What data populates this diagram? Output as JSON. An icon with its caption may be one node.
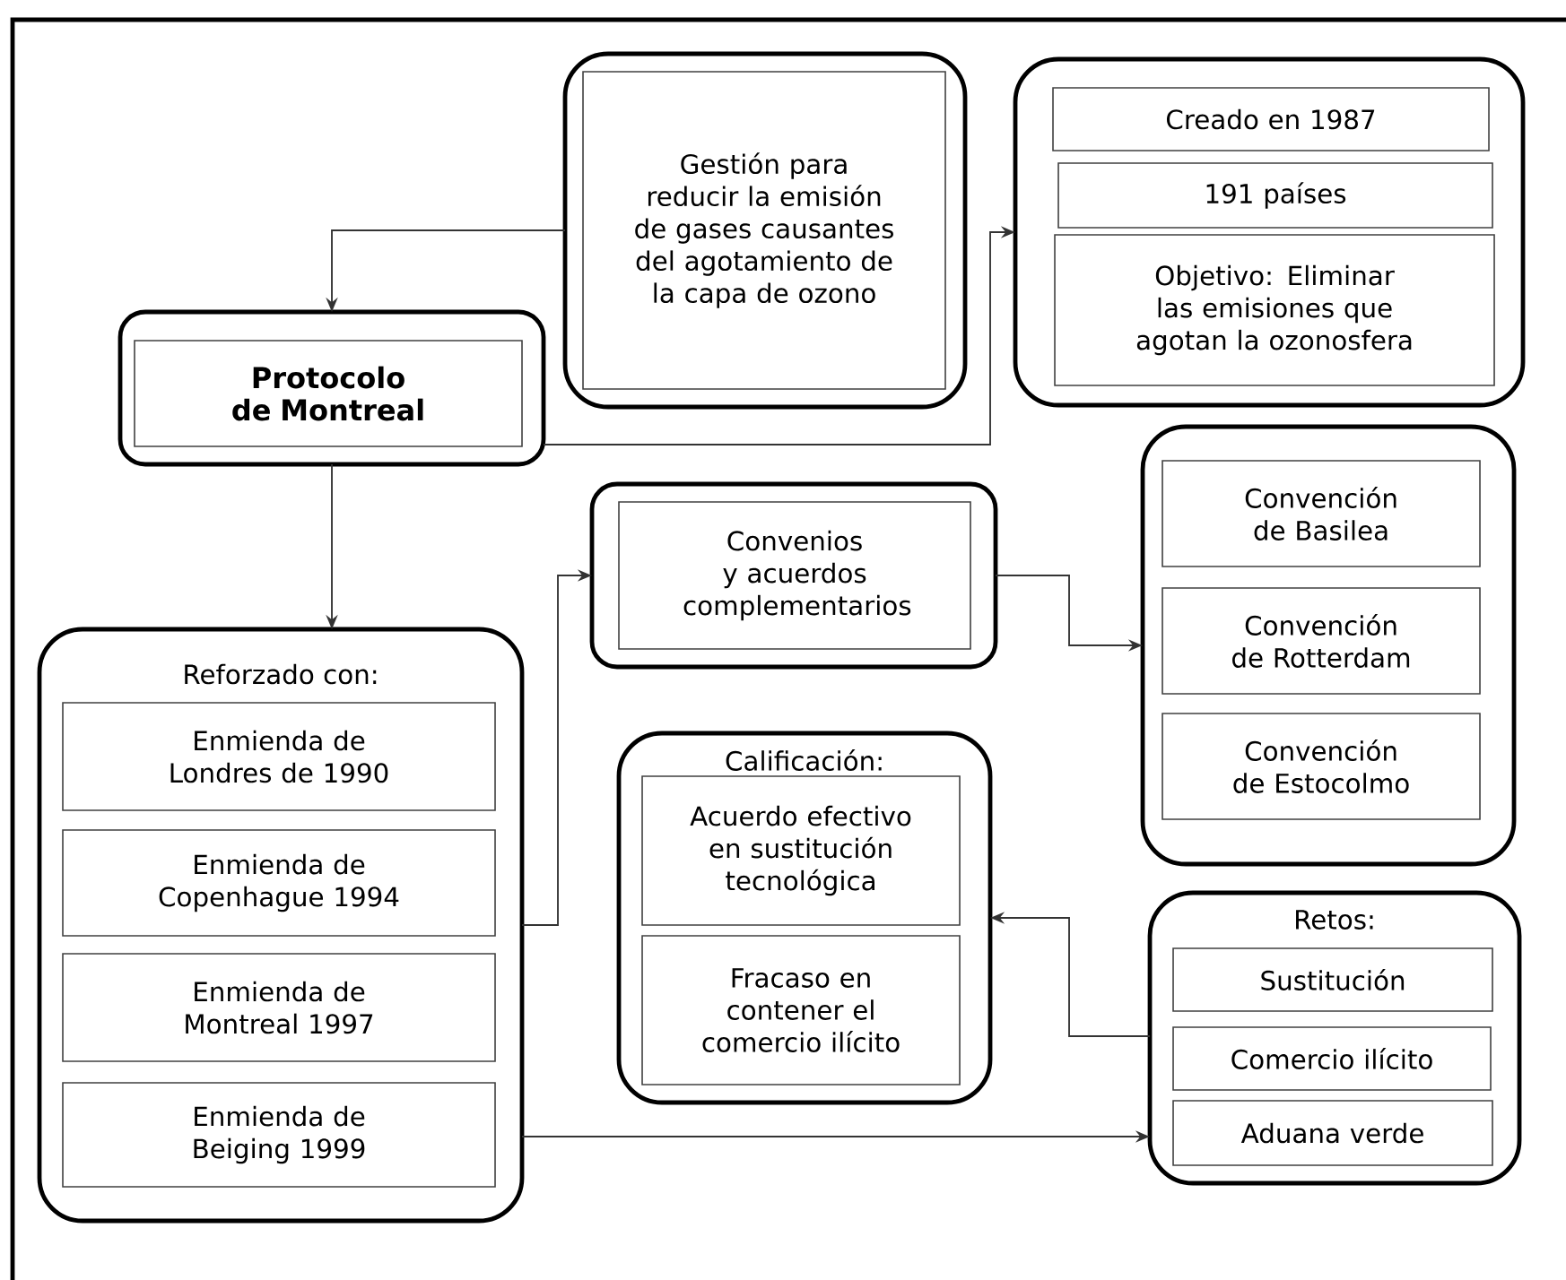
{
  "diagram": {
    "nodes": [
      {
        "text": [],
        "shape": "box"
      },
      {
        "text": [
          "Gestión para reducir la emisión de gases causantes del agotamiento de la capa de ozono"
        ],
        "in": 0
      },
      {
        "text": [],
        "shape": "box"
      },
      {
        "text": [
          "Creado en 1987"
        ],
        "in": 2
      },
      {
        "text": [
          "191 países"
        ],
        "in": 2
      },
      {
        "text": [
          "Objetivo: Eliminar las emisiones que agotan la ozonosfera"
        ],
        "in": 2
      },
      {
        "text": [],
        "shape": "box"
      },
      {
        "text": [
          "Protocolo de Montreal"
        ],
        "in": 6
      },
      {
        "text": [],
        "shape": "box"
      },
      {
        "text": [
          "Convenios y acuerdos complementarios"
        ],
        "in": 8
      },
      {
        "text": [],
        "shape": "box"
      },
      {
        "text": [
          "Convención de Basilea"
        ],
        "in": 10
      },
      {
        "text": [
          "Convención de Rotterdam"
        ],
        "in": 10
      },
      {
        "text": [
          "Convención de Estocolmo"
        ],
        "in": 10
      },
      {
        "text": [
          "Reforzado con:"
        ]
      },
      {
        "text": [
          "Enmienda de Londres de 1990"
        ],
        "in": 14
      },
      {
        "text": [
          "Enmienda de Copenhague 1994"
        ],
        "in": 14
      },
      {
        "text": [
          "Enmienda de Montreal 1997"
        ],
        "in": 14
      },
      {
        "text": [
          "Enmienda de Beiging 1999"
        ],
        "in": 14
      },
      {
        "text": [
          "Calificación:"
        ]
      },
      {
        "text": [
          "Acuerdo efectivo en sustitución tecnológica"
        ],
        "in": 19
      },
      {
        "text": [
          "Fracaso en contener el comercio ilícito"
        ],
        "in": 19
      },
      {
        "text": [
          "Retos:"
        ]
      },
      {
        "text": [
          "Sustitución"
        ],
        "in": 22
      },
      {
        "text": [
          "Comercio ilícito"
        ],
        "in": 22
      },
      {
        "text": [
          "Aduana verde"
        ],
        "in": 22
      }
    ],
    "edges": [
      {
        "from": 0,
        "to": 6,
        "arrow": "to"
      },
      {
        "from": 6,
        "to": 2,
        "arrow": "to"
      },
      {
        "from": 6,
        "to": 14,
        "arrow": "to"
      },
      {
        "from": 14,
        "to": 8,
        "arrow": "to"
      },
      {
        "from": 8,
        "to": 10,
        "arrow": "to"
      },
      {
        "from": 14,
        "to": 22,
        "arrow": "to"
      },
      {
        "from": 22,
        "to": 19,
        "arrow": "to"
      }
    ]
  }
}
